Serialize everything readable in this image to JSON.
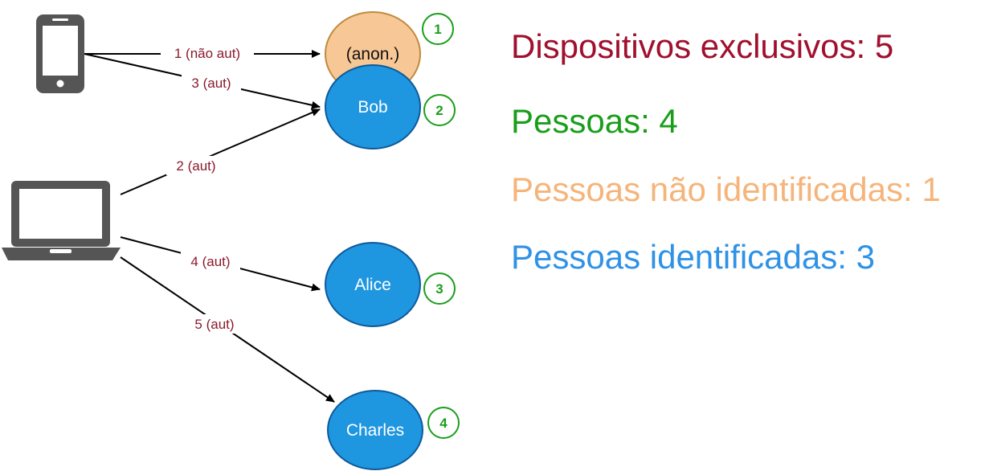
{
  "nodes": {
    "anon": {
      "label": "(anon.)",
      "fill": "#f7c796",
      "stroke": "#c08a3e",
      "text_color": "#111111"
    },
    "bob": {
      "label": "Bob",
      "fill": "#1e96e0",
      "stroke": "#0e5a9a",
      "text_color": "#ffffff"
    },
    "alice": {
      "label": "Alice",
      "fill": "#1e96e0",
      "stroke": "#0e5a9a",
      "text_color": "#ffffff"
    },
    "charles": {
      "label": "Charles",
      "fill": "#1e96e0",
      "stroke": "#0e5a9a",
      "text_color": "#ffffff"
    }
  },
  "badges": [
    "1",
    "2",
    "3",
    "4"
  ],
  "edges": {
    "e1": "1 (não aut)",
    "e2": "2 (aut)",
    "e3": "3 (aut)",
    "e4": "4 (aut)",
    "e5": "5 (aut)"
  },
  "devices": {
    "phone": "phone-icon",
    "laptop": "laptop-icon"
  },
  "stats": {
    "unique_devices": "Dispositivos exclusivos: 5",
    "people": "Pessoas: 4",
    "unidentified": "Pessoas não identificadas: 1",
    "identified": "Pessoas identificadas: 3"
  },
  "colors": {
    "unique_devices": "#a0102e",
    "people": "#1a9e1a",
    "unidentified": "#f5b47a",
    "identified": "#2f92e6",
    "device": "#555555",
    "edge_label": "#8b1a2b",
    "badge": "#1a9e1a"
  }
}
